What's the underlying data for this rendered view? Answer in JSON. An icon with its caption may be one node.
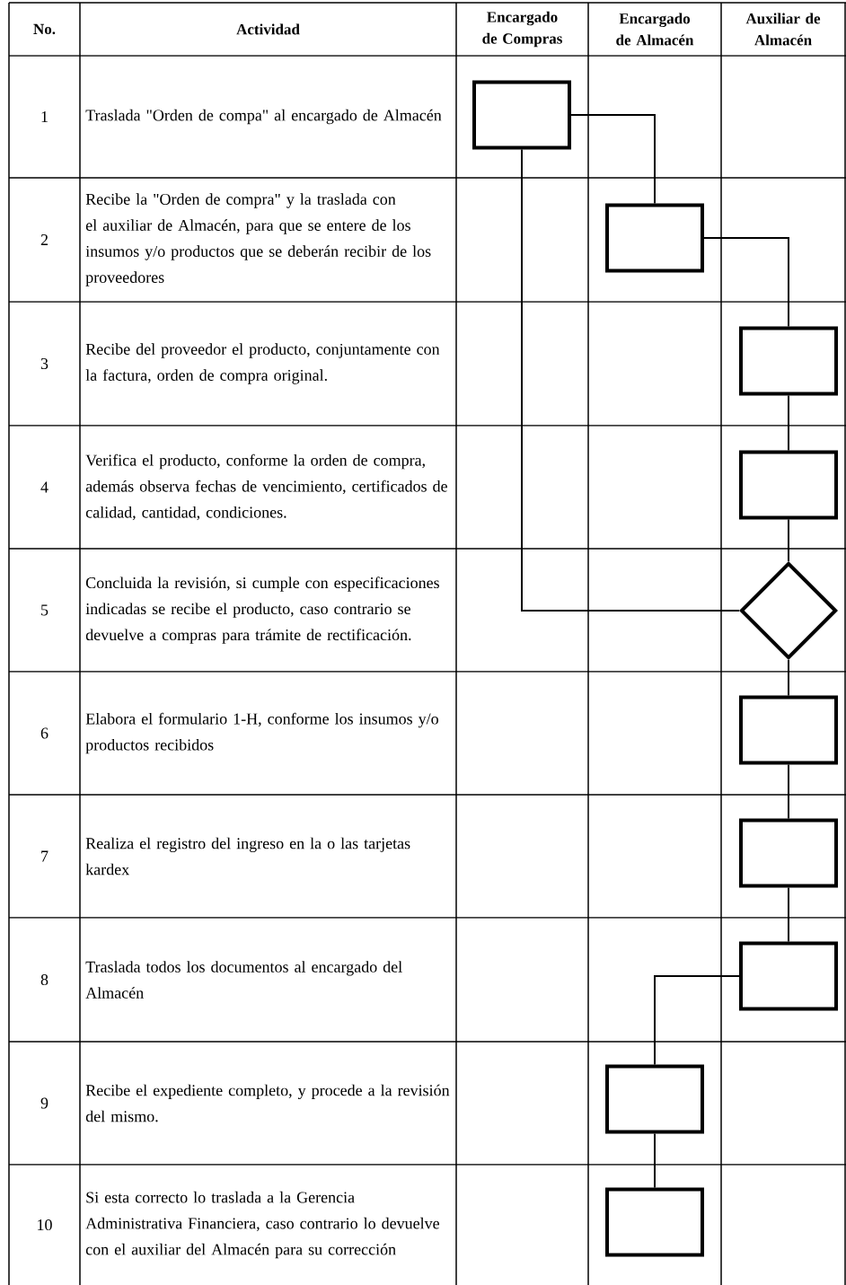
{
  "diagram": {
    "nodes": [
      {
        "text": [],
        "shape": "box"
      },
      {
        "text": [],
        "shape": "box"
      },
      {
        "text": [],
        "shape": "box"
      },
      {
        "text": [],
        "shape": "box"
      },
      {
        "text": [],
        "shape": "diamond"
      },
      {
        "text": [],
        "shape": "box"
      },
      {
        "text": [],
        "shape": "box"
      },
      {
        "text": [],
        "shape": "box"
      },
      {
        "text": [],
        "shape": "box"
      },
      {
        "text": [],
        "shape": "box"
      }
    ],
    "edges": [
      {
        "from": 0,
        "to": 1,
        "arrow": "none"
      },
      {
        "from": 1,
        "to": 2,
        "arrow": "none"
      },
      {
        "from": 2,
        "to": 3,
        "arrow": "none"
      },
      {
        "from": 3,
        "to": 4,
        "arrow": "none"
      },
      {
        "from": 4,
        "to": 0,
        "arrow": "none"
      },
      {
        "from": 4,
        "to": 5,
        "arrow": "none"
      },
      {
        "from": 5,
        "to": 6,
        "arrow": "none"
      },
      {
        "from": 6,
        "to": 7,
        "arrow": "none"
      },
      {
        "from": 7,
        "to": 8,
        "arrow": "none"
      },
      {
        "from": 8,
        "to": 9,
        "arrow": "none"
      }
    ],
    "labels": [
      "No.",
      "Actividad",
      "Encargado de Compras",
      "Encargado de Almacén",
      "Auxiliar de Almacén",
      "1",
      "Traslada \"Orden de compa\" al encargado de Almacén",
      "2",
      "Recibe la \"Orden de compra\" y la traslada con el auxiliar de Almacén, para que se entere de los insumos y/o productos que se deberán recibir de los proveedores",
      "3",
      "Recibe del proveedor el producto, conjuntamente con la factura, orden de compra original.",
      "4",
      "Verifica el producto, conforme la orden de compra, además observa fechas de vencimiento, certificados de calidad, cantidad, condiciones.",
      "5",
      "Concluida la revisión, si cumple con especificaciones indicadas se recibe el producto, caso contrario se devuelve a compras para trámite de rectificación.",
      "6",
      "Elabora el formulario 1-H, conforme los insumos y/o productos recibidos",
      "7",
      "Realiza el registro del ingreso en la o las tarjetas kardex",
      "8",
      "Traslada todos los documentos al encargado del Almacén",
      "9",
      "Recibe el expediente completo, y procede a la revisión del mismo.",
      "10",
      "Si esta correcto lo traslada a la Gerencia Administrativa Financiera, caso contrario lo devuelve con el auxiliar del Almacén para su corrección"
    ]
  }
}
